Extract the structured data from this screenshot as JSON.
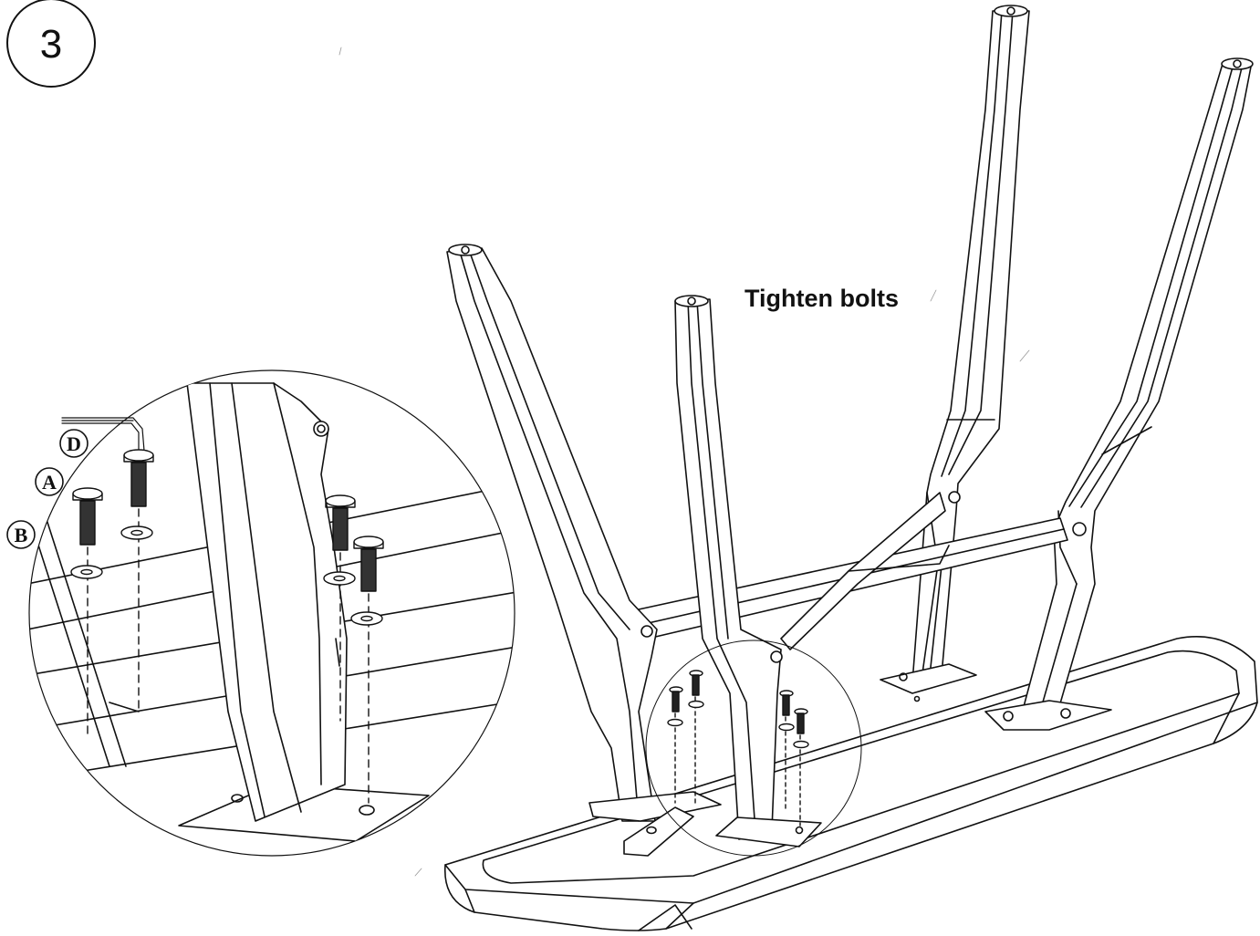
{
  "step": {
    "number": "3"
  },
  "instruction": {
    "text": "Tighten bolts"
  },
  "parts": [
    {
      "letter": "D",
      "part": "allen-key"
    },
    {
      "letter": "A",
      "part": "bolt"
    },
    {
      "letter": "B",
      "part": "washer"
    }
  ],
  "colors": {
    "line": "#111111",
    "paper": "#ffffff",
    "faint": "#888888"
  }
}
